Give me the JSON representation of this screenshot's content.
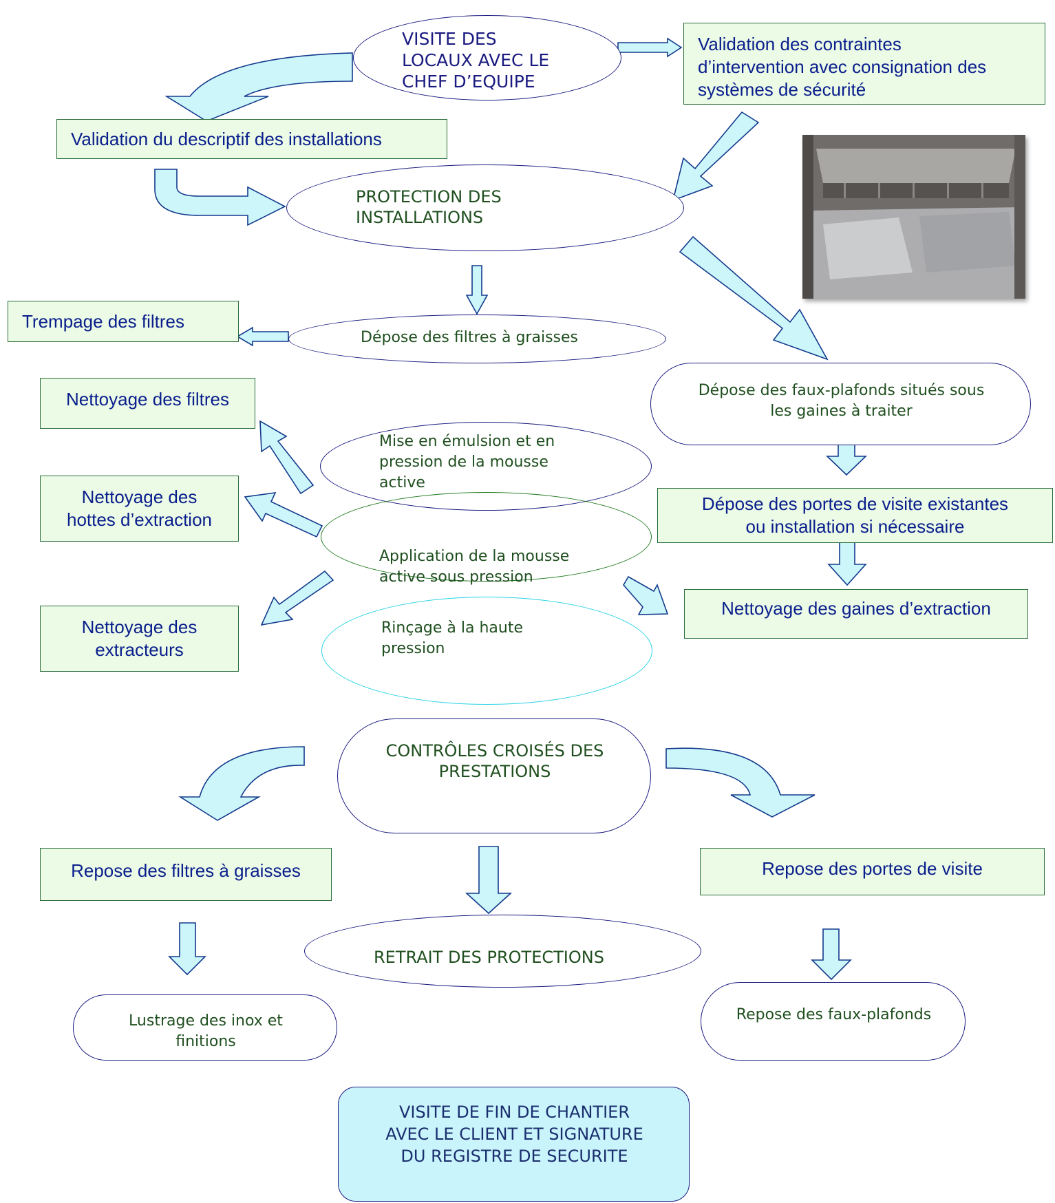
{
  "colors": {
    "box_fill": "#ebfbe6",
    "box_border": "#2a6b3a",
    "box_text": "#0a1e8c",
    "ellipse_text": "#1f4f1f",
    "arrow_fill": "#cdf6fb",
    "arrow_stroke": "#123a8c",
    "final_fill": "#c9f4fb"
  },
  "nodes": {
    "visite_locaux": "VISITE DES\nLOCAUX AVEC LE\nCHEF D’EQUIPE",
    "validation_contraintes": "Validation des contraintes\nd’intervention avec consignation des\nsystèmes de sécurité",
    "validation_descriptif": "Validation du descriptif des installations",
    "protection_installations": "PROTECTION DES\nINSTALLATIONS",
    "trempage_filtres": "Trempage des filtres",
    "depose_filtres": "Dépose des filtres à graisses",
    "depose_faux_plafonds": "Dépose des faux-plafonds situés sous\nles gaines à traiter",
    "nettoyage_filtres": "Nettoyage des filtres",
    "mise_emulsion": "Mise en émulsion et en\npression de la mousse\nactive",
    "depose_portes": "Dépose des portes de visite existantes\nou installation si nécessaire",
    "nettoyage_hottes": "Nettoyage des\nhottes d’extraction",
    "application_mousse": "Application de la mousse\nactive sous pression",
    "nettoyage_gaines": "Nettoyage des gaines d’extraction",
    "nettoyage_extracteurs": "Nettoyage des\nextracteurs",
    "rincage": "Rinçage à la haute\npression",
    "controles_croises": "CONTRÔLES CROISÉS DES\nPRESTATIONS",
    "repose_filtres": "Repose des filtres à graisses",
    "repose_portes": "Repose des portes de visite",
    "retrait_protections": "RETRAIT DES PROTECTIONS",
    "lustrage": "Lustrage des inox et\nfinitions",
    "repose_faux_plafonds": "Repose des faux-plafonds",
    "visite_fin": "VISITE DE FIN DE CHANTIER\nAVEC LE CLIENT ET SIGNATURE\nDU REGISTRE DE SECURITE"
  }
}
